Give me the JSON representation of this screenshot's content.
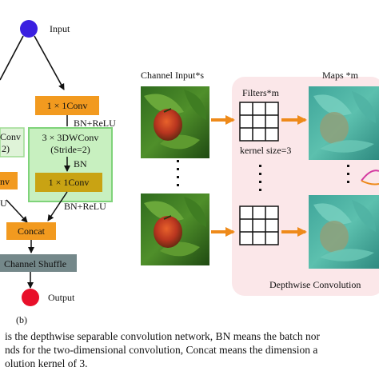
{
  "diagram_a": {
    "input_label": "Input",
    "conv1x1_top": "1 × 1Conv",
    "bn_relu_1": "BN+ReLU",
    "left_conv_partial": "Conv",
    "left_stride_partial": "2)",
    "left_conv2_partial": "nv",
    "left_lu_partial": "U",
    "dwconv_line1": "3 × 3DWConv",
    "dwconv_line2": "(Stride=2)",
    "bn": "BN",
    "conv1x1_bottom": "1 × 1Conv",
    "bn_relu_2": "BN+ReLU",
    "concat": "Concat",
    "channel_shuffle": "Channel Shuffle",
    "output_label": "Output",
    "panel_label": "(b)"
  },
  "diagram_b": {
    "channel_input": "Channel Input*s",
    "filters": "Filters*m",
    "maps": "Maps *m",
    "kernel_size": "kernel size=3",
    "depthwise_conv": "Depthwise Convolution"
  },
  "caption": {
    "line1": "is the depthwise separable convolution network, BN means the batch nor",
    "line2": "nds for the two-dimensional convolution, Concat means the dimension a",
    "line3": "olution kernel of 3."
  },
  "colors": {
    "input_node": "#3a1fe0",
    "output_node": "#e8102a",
    "orange_box": "#f29a1f",
    "olive_box": "#c9a313",
    "green_highlight": "#c8f0c0",
    "green_border": "#7fd37a",
    "shuffle_box": "#74888a",
    "depthwise_panel": "#fbe7e9",
    "arrow_orange": "#ee8a1a"
  }
}
